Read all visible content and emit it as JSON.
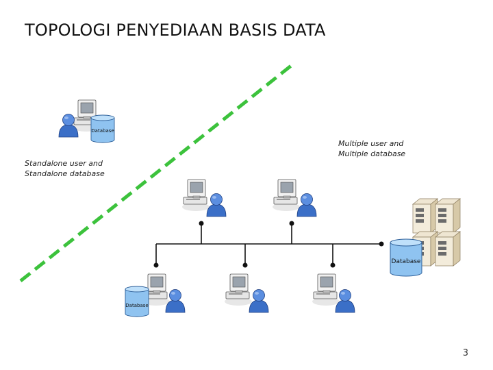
{
  "title": "TOPOLOGI PENYEDIAAN BASIS DATA",
  "standalone_caption": {
    "line1": "Standalone user and",
    "line2": "Standalone database"
  },
  "multiple_caption": {
    "line1": "Multiple user and",
    "line2": "Multiple database"
  },
  "database_labels": {
    "standalone": "Database",
    "server": "Database",
    "client": "Database"
  },
  "page_number": "3",
  "colors": {
    "divider": "#3cc23c",
    "user": "#3b6fc7",
    "database": "#8fc3f0",
    "network": "#111111"
  }
}
